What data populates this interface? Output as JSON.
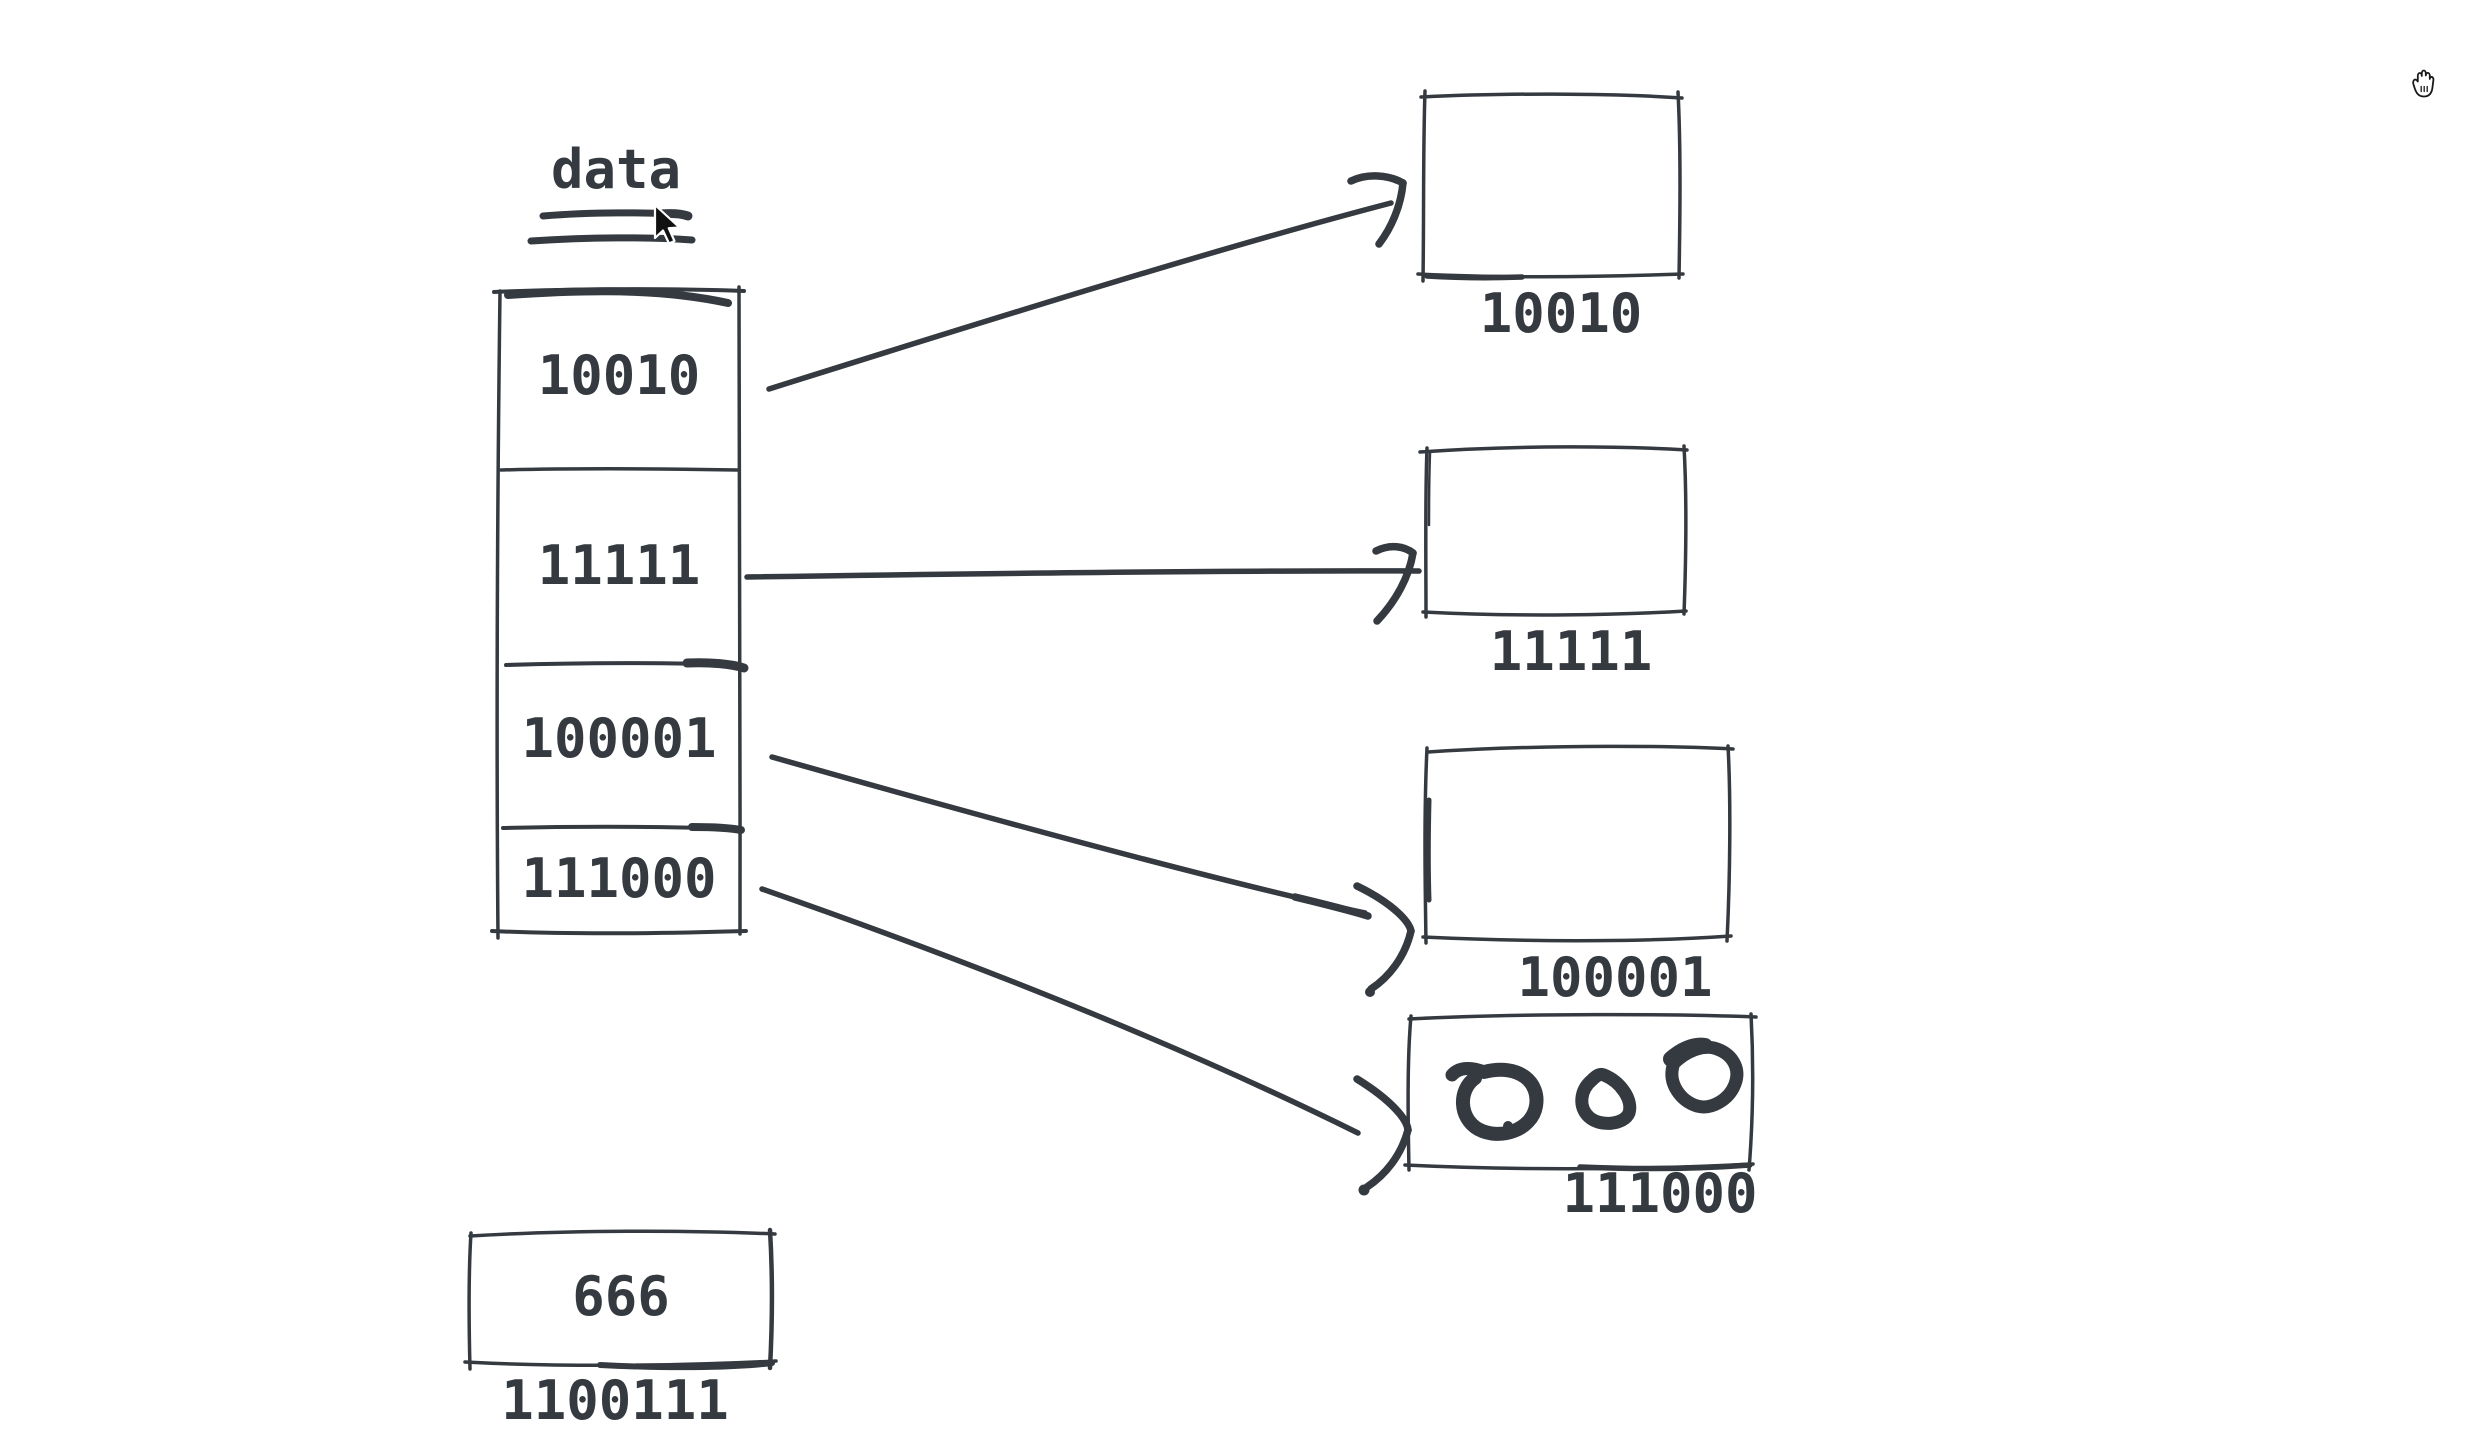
{
  "app": {
    "background": "#ffffff",
    "stroke_color": "#343a40",
    "cursors": [
      {
        "name": "arrow-pointer-cursor"
      },
      {
        "name": "open-hand-cursor"
      }
    ]
  },
  "data_stack": {
    "title": "data",
    "rows": [
      {
        "value": "10010"
      },
      {
        "value": "11111"
      },
      {
        "value": "100001"
      },
      {
        "value": "111000"
      }
    ]
  },
  "target_boxes": [
    {
      "label": "10010",
      "content": "empty"
    },
    {
      "label": "11111",
      "content": "empty"
    },
    {
      "label": "100001",
      "content": "empty"
    },
    {
      "label": "111000",
      "content": "doodle-scribbles"
    }
  ],
  "connections": [
    {
      "from": "10010",
      "to": "10010"
    },
    {
      "from": "11111",
      "to": "11111"
    },
    {
      "from": "100001",
      "to": "100001"
    },
    {
      "from": "111000",
      "to": "111000"
    }
  ],
  "orphan_box": {
    "value": "666",
    "label": "1100111"
  }
}
